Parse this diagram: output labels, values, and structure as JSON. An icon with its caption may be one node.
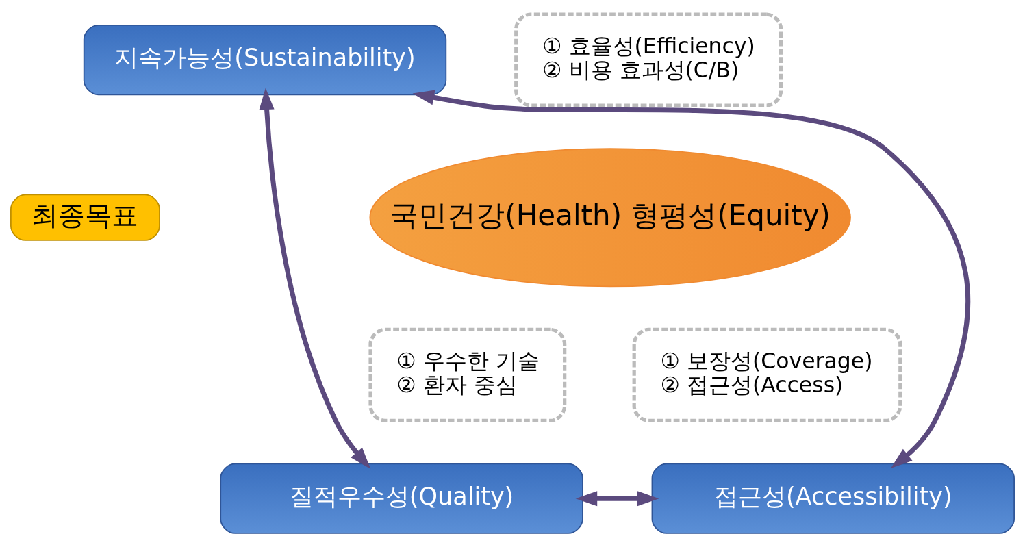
{
  "diagram": {
    "nodes": [
      {
        "text": [
          "① 효율성(Efficiency)",
          "② 비용 효과성(C/B)"
        ]
      },
      {
        "text": [
          "지속가능성(Sustainability)"
        ]
      },
      {
        "text": [
          "최종목표"
        ]
      },
      {
        "text": [
          "국민건강(Health) 형평성(Equity)"
        ]
      },
      {
        "text": [
          "① 우수한 기술",
          "② 환자 중심"
        ]
      },
      {
        "text": [
          "① 보장성(Coverage)",
          "② 접근성(Access)"
        ]
      },
      {
        "text": [
          "질적우수성(Quality)"
        ]
      },
      {
        "text": [
          "접근성(Accessibility)"
        ]
      }
    ],
    "edges": [
      {
        "from": 1,
        "to": 6,
        "arrow": "both"
      },
      {
        "from": 1,
        "to": 7,
        "arrow": "both"
      },
      {
        "from": 6,
        "to": 7,
        "arrow": "both"
      }
    ]
  }
}
